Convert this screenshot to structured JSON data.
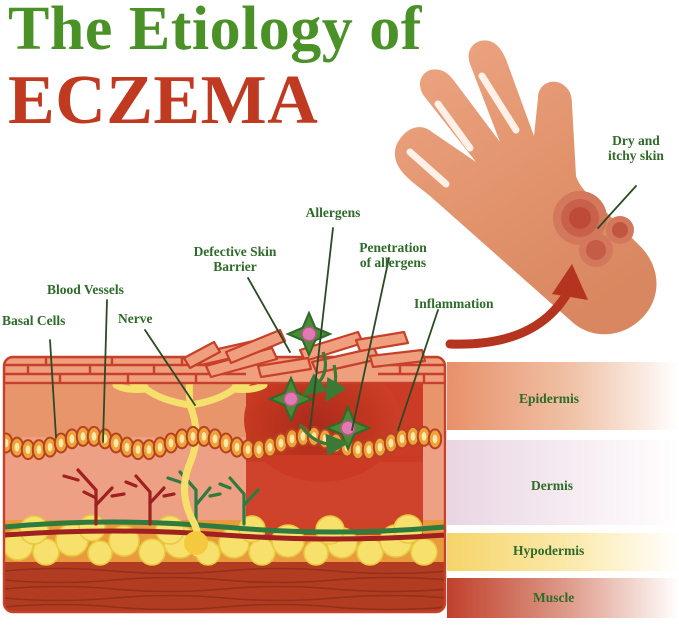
{
  "title": {
    "line1": "The Etiology of",
    "line2": "ECZEMA",
    "color_line1": "#4a9128",
    "color_line2": "#c03a22"
  },
  "labels": {
    "basal_cells": "Basal Cells",
    "blood_vessels": "Blood Vessels",
    "nerve": "Nerve",
    "defective_skin_barrier": "Defective Skin\nBarrier",
    "allergens": "Allergens",
    "penetration": "Penetration\nof allergens",
    "inflammation": "Inflammation",
    "dry_itchy": "Dry and\nitchy skin",
    "color": "#2f6b2a"
  },
  "layers": [
    {
      "name": "Epidermis",
      "color": "#e8906a"
    },
    {
      "name": "Dermis",
      "color": "#e9d5e2"
    },
    {
      "name": "Hypodermis",
      "color": "#f6d46a"
    },
    {
      "name": "Muscle",
      "color": "#c0402c"
    }
  ],
  "palette": {
    "skin_hand": "#e09470",
    "stratum_brick": "#ef9f7d",
    "mortar": "#c7402a",
    "epidermis_body": "#e8956b",
    "dermis_body": "#eda084",
    "basal_cell": "#f0a13c",
    "basal_outline": "#b5431f",
    "nerve_yellow": "#f6e06a",
    "vessel_red": "#9e2020",
    "vessel_green": "#2f7a3e",
    "fat_yellow": "#f7e06b",
    "muscle_red": "#b23c22",
    "inflammation_red": "#cc3b26",
    "allergen_green": "#4c8b36",
    "allergen_core": "#e07ab0",
    "arrow_red": "#b5341f"
  }
}
